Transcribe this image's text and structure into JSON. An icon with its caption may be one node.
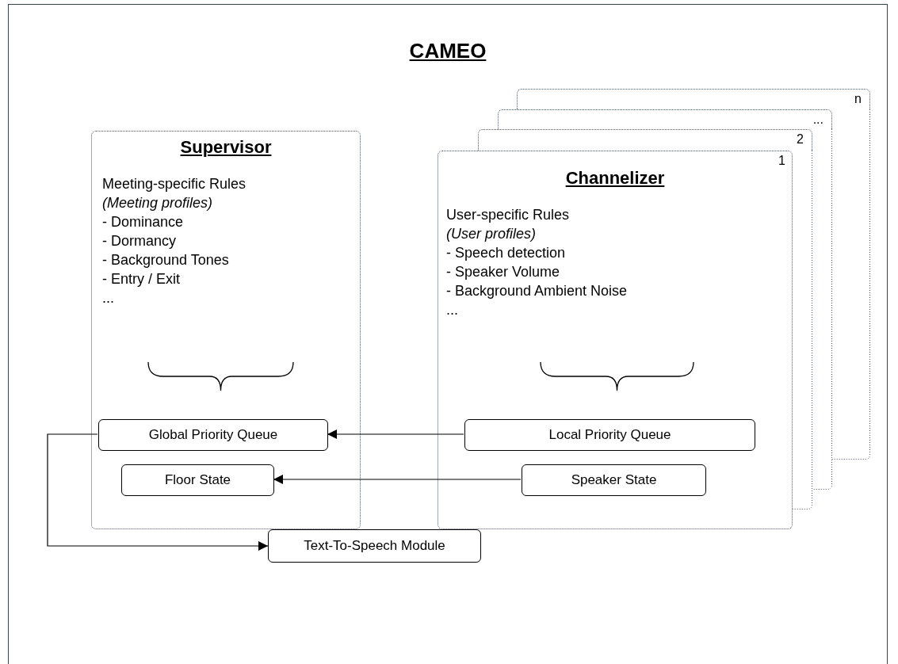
{
  "diagram": {
    "title": "CAMEO",
    "nodes": [
      {
        "text": [
          "Supervisor",
          "Meeting-specific Rules",
          "(Meeting profiles)",
          "- Dominance",
          "- Dormancy",
          "- Background Tones",
          "- Entry / Exit",
          "..."
        ]
      },
      {
        "text": [
          "Global Priority Queue"
        ],
        "in": 0
      },
      {
        "text": [
          "Floor State"
        ],
        "in": 0
      },
      {
        "text": [
          "n"
        ]
      },
      {
        "text": [
          "..."
        ]
      },
      {
        "text": [
          "2"
        ]
      },
      {
        "text": [
          "1",
          "Channelizer",
          "User-specific Rules",
          "(User profiles)",
          "- Speech detection",
          "- Speaker Volume",
          "- Background Ambient Noise",
          "..."
        ]
      },
      {
        "text": [
          "Local Priority Queue"
        ],
        "in": 6
      },
      {
        "text": [
          "Speaker State"
        ],
        "in": 6
      },
      {
        "text": [
          "Text-To-Speech Module"
        ]
      }
    ],
    "edges": [
      {
        "from": 7,
        "to": 1,
        "arrow": "to"
      },
      {
        "from": 8,
        "to": 2,
        "arrow": "to"
      },
      {
        "from": 1,
        "to": 9,
        "arrow": "to"
      }
    ]
  }
}
